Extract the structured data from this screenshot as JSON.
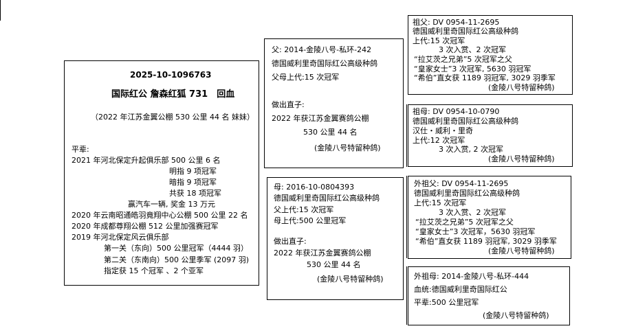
{
  "subject": {
    "ring": "2025-10-1096763",
    "name": "国际红公 詹森红狐 731　回血",
    "note": "（2022 年江苏金翼公棚 530 公里 44 名 妹妹）",
    "siblings_label": "平辈:",
    "lines": [
      "2021 年河北保定升起俱乐部 500 公里 6 名",
      "明指 9 项冠军",
      "暗指 9 项冠军",
      "共获 18 项冠军",
      "赢汽车一辆, 奖金 13 万元",
      "2020 年云南昭通皓羽竟翔中心公棚 500 公里 22 名",
      "2020 年成都尊翔公棚 512 公里加强赛冠军",
      "2019 年河北保定风云俱乐部",
      "第一关（东向）500 公里冠军（4444 羽）",
      "第二关（东南向）500 公里季军 (2097 羽)",
      "指定获 15 个冠军 、2 个亚军"
    ]
  },
  "father": {
    "lines": [
      "父: 2014-金陵八号-私环-242",
      "德国威利里奇国际红公高级种鸽",
      "父母上代:15 次冠军",
      "做出直子:",
      "2022 年获江苏金翼赛鸽公棚",
      "530 公里 44 名",
      "(金陵八号特留种鸽)"
    ]
  },
  "mother": {
    "lines": [
      "母: 2016-10-0804393",
      "德国威利里奇国际红公高级种鸽",
      "父上代:15 次冠军",
      "母上代:500 公里冠军",
      "做出直子:",
      "2022 年获江苏金翼赛鸽公棚",
      "530 公里 44 名",
      "(金陵八号特留种鸽)"
    ]
  },
  "paternal_grandfather": {
    "lines": [
      "祖父: DV 0954-11-2695",
      "德国威利里奇国际红公高级种鸽",
      "上代:15 次冠军",
      "3 次入赏、2 次冠军",
      "“拉艾茨之兄弟”5 次冠军之父",
      "“皇家女士”3 次冠军, 5630 羽冠军",
      "“希伯”直女获 1189 羽冠军, 3029 羽季军",
      "(金陵八号特留种鸽)"
    ]
  },
  "paternal_grandmother": {
    "lines": [
      "祖母: DV 0954-10-0790",
      "德国威利里奇国际红公高级种鸽",
      "汉仕・威利・里奇",
      "上代:12 次冠军",
      "3 次入赏, 2 次冠军",
      "(金陵八号特留种鸽)"
    ]
  },
  "maternal_grandfather": {
    "lines": [
      "外祖父: DV 0954-11-2695",
      "德国威利里奇国际红公高级种鸽",
      "上代:15 次冠军",
      "3 次入赏、2 次冠军",
      "“拉艾茨之兄弟”5 次冠军之父",
      "“皇家女士”3 次冠军，5630 羽冠军",
      "“希伯”直女获 1189 羽冠军, 3029 羽季军",
      "(金陵八号特留种鸽)"
    ]
  },
  "maternal_grandmother": {
    "lines": [
      "外祖母: 2014-金陵八号-私环-444",
      "血统:德国威利里奇国际红公",
      "平辈:500 公里冠军",
      "(金陵八号特留种鸽)"
    ]
  }
}
